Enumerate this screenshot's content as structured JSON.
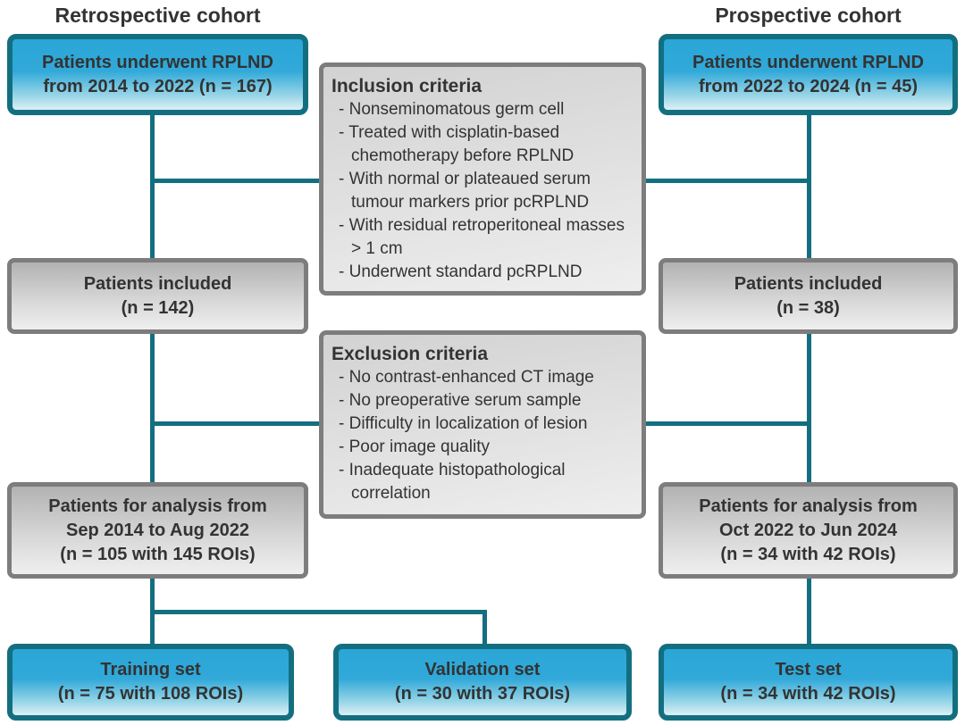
{
  "colors": {
    "teal": "#136f80",
    "gray-border": "#7d7d7d",
    "text-dark": "#333333",
    "blue-top": "#2aa6d7",
    "blue-bottom": "#ddf0f5",
    "gray-top": "#b2b2b2",
    "gray-bottom": "#efefef",
    "criteria-top": "#d2d2d2",
    "criteria-bottom": "#eeeeee"
  },
  "headers": {
    "retrospective": "Retrospective cohort",
    "prospective": "Prospective cohort"
  },
  "boxes": {
    "retro_top": {
      "lines": [
        "Patients underwent RPLND",
        "from 2014 to 2022 (n = 167)"
      ]
    },
    "prosp_top": {
      "lines": [
        "Patients underwent RPLND",
        "from 2022 to 2024 (n = 45)"
      ]
    },
    "inclusion": {
      "title": "Inclusion criteria",
      "items": [
        "- Nonseminomatous germ cell",
        "- Treated with cisplatin-based chemotherapy before RPLND",
        "- With normal or plateaued serum tumour markers prior pcRPLND",
        "- With residual retroperitoneal masses > 1 cm",
        "- Underwent standard pcRPLND"
      ]
    },
    "exclusion": {
      "title": "Exclusion criteria",
      "items": [
        "- No contrast-enhanced CT image",
        "- No preoperative serum sample",
        "- Difficulty in localization of lesion",
        "- Poor image quality",
        "- Inadequate histopathological correlation"
      ]
    },
    "retro_included": {
      "lines": [
        "Patients included",
        "(n = 142)"
      ]
    },
    "prosp_included": {
      "lines": [
        "Patients included",
        "(n = 38)"
      ]
    },
    "retro_analysis": {
      "lines": [
        "Patients for analysis from",
        "Sep 2014 to Aug 2022",
        "(n = 105 with 145 ROIs)"
      ]
    },
    "prosp_analysis": {
      "lines": [
        "Patients for analysis from",
        "Oct 2022 to Jun 2024",
        "(n = 34 with 42 ROIs)"
      ]
    },
    "training": {
      "lines": [
        "Training set",
        "(n = 75 with 108 ROIs)"
      ]
    },
    "validation": {
      "lines": [
        "Validation set",
        "(n = 30 with 37 ROIs)"
      ]
    },
    "test": {
      "lines": [
        "Test set",
        "(n = 34 with 42 ROIs)"
      ]
    }
  }
}
